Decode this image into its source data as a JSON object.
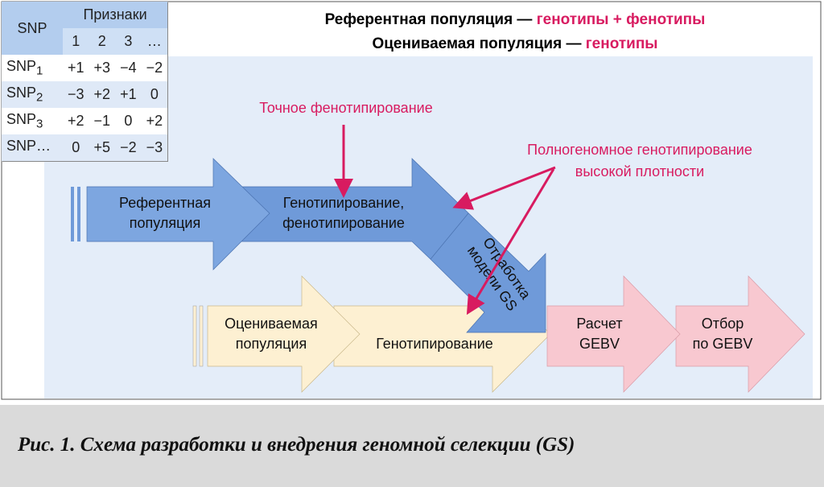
{
  "header": {
    "line1_black": "Референтная популяция —",
    "line1_pink": "генотипы + фенотипы",
    "line2_black": "Оцениваемая популяция —",
    "line2_pink": "генотипы"
  },
  "table": {
    "snp_header": "SNP",
    "traits_header": "Признаки",
    "trait_cols": [
      "1",
      "2",
      "3",
      "…"
    ],
    "rows": [
      {
        "snp": "SNP",
        "sub": "1",
        "vals": [
          "+1",
          "+3",
          "−4",
          "−2"
        ]
      },
      {
        "snp": "SNP",
        "sub": "2",
        "vals": [
          "−3",
          "+2",
          "+1",
          "0"
        ]
      },
      {
        "snp": "SNP",
        "sub": "3",
        "vals": [
          "+2",
          "−1",
          "0",
          "+2"
        ]
      },
      {
        "snp": "SNP…",
        "sub": "",
        "vals": [
          "0",
          "+5",
          "−2",
          "−3"
        ]
      }
    ]
  },
  "labels": {
    "precise_phenotyping": "Точное фенотипирование",
    "hd_genotyping_1": "Полногеномное генотипирование",
    "hd_genotyping_2": "высокой плотности",
    "ref_pop_1": "Референтная",
    "ref_pop_2": "популяция",
    "geno_pheno_1": "Генотипирование,",
    "geno_pheno_2": "фенотипирование",
    "model_1": "Отработка",
    "model_2": "модели GS",
    "eval_pop_1": "Оцениваемая",
    "eval_pop_2": "популяция",
    "genotyping": "Генотипирование",
    "calc_1": "Расчет",
    "calc_2": "GEBV",
    "select_1": "Отбор",
    "select_2": "по GEBV"
  },
  "caption": "Рис. 1. Схема разработки и внедрения геномной селекции (GS)",
  "colors": {
    "accent": "#d81b60",
    "blue": "#6f9ad9",
    "yellow": "#fdf0d2",
    "pink": "#f8c8d0",
    "bg": "#e4edf9"
  }
}
